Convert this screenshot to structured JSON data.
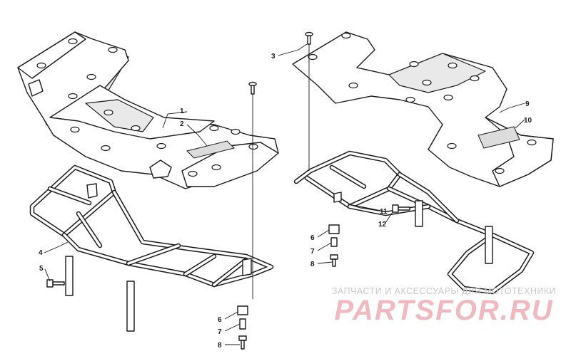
{
  "callouts": {
    "c1": "1",
    "c2": "2",
    "c3": "3",
    "c4": "4",
    "c5": "5",
    "c6a": "6",
    "c7a": "7",
    "c8a": "8",
    "c6b": "6",
    "c7b": "7",
    "c8b": "8",
    "c9": "9",
    "c10": "10",
    "c11": "11",
    "c12": "12"
  },
  "watermark": {
    "tagline": "ЗАПЧАСТИ И АКСЕССУАРЫ ДЛЯ МОТОТЕХНИКИ",
    "logo": "PARTSFOR.RU"
  }
}
